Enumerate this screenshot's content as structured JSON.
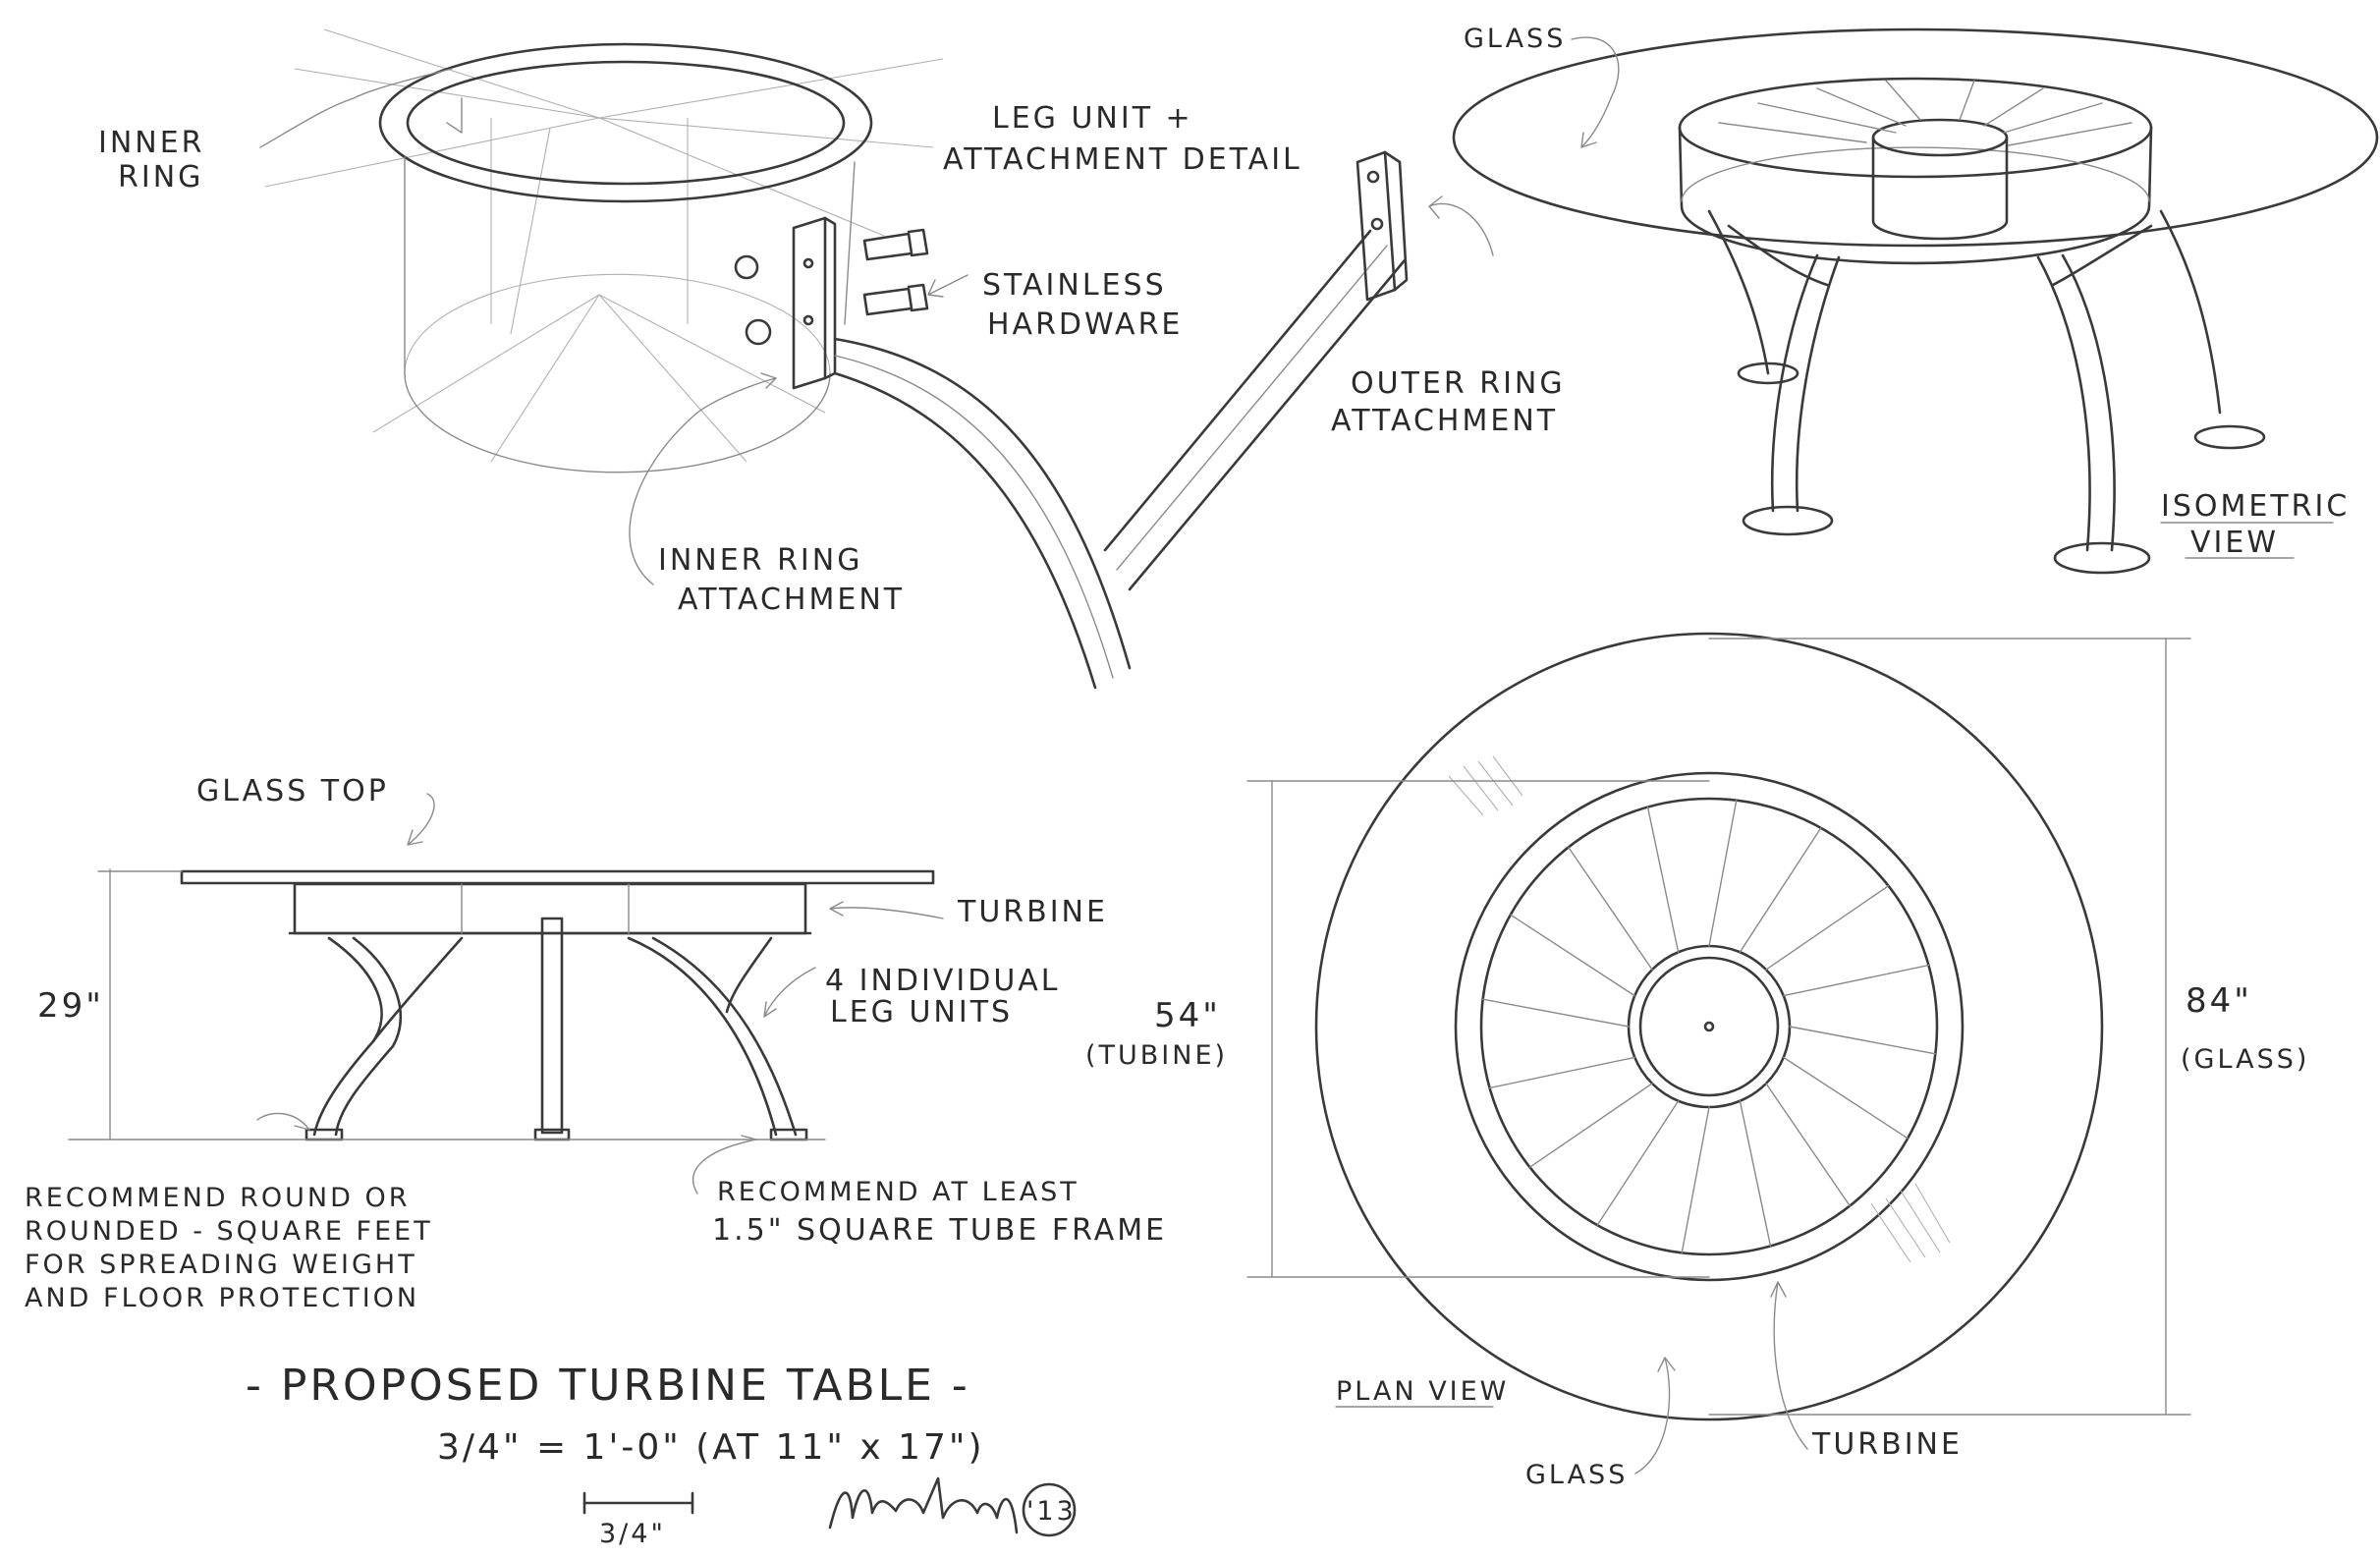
{
  "title": "- PROPOSED TURBINE TABLE -",
  "scale_note": "3/4\" = 1'-0\" (AT 11\" x 17\")",
  "scale_bar_label": "3/4\"",
  "signature_year": "'13",
  "detail": {
    "inner_ring_line1": "INNER",
    "inner_ring_line2": "RING",
    "leg_unit_line1": "LEG UNIT +",
    "leg_unit_line2": "ATTACHMENT DETAIL",
    "hardware_line1": "STAINLESS",
    "hardware_line2": "HARDWARE",
    "outer_attach_line1": "OUTER RING",
    "outer_attach_line2": "ATTACHMENT",
    "inner_attach_line1": "INNER RING",
    "inner_attach_line2": "ATTACHMENT"
  },
  "isometric": {
    "glass_label": "GLASS",
    "view_line1": "ISOMETRIC",
    "view_line2": "VIEW"
  },
  "elevation": {
    "glass_top": "GLASS TOP",
    "turbine": "TURBINE",
    "legs_line1": "4 INDIVIDUAL",
    "legs_line2": "LEG UNITS",
    "height": "29\"",
    "feet_note": [
      "RECOMMEND ROUND OR",
      "ROUNDED - SQUARE FEET",
      "FOR SPREADING WEIGHT",
      "AND FLOOR PROTECTION"
    ],
    "frame_note": [
      "RECOMMEND AT LEAST",
      "1.5\" SQUARE TUBE FRAME"
    ]
  },
  "plan": {
    "view_label": "PLAN VIEW",
    "turbine_dim": "54\"",
    "turbine_dim_sub": "(TUBINE)",
    "glass_dim": "84\"",
    "glass_dim_sub": "(GLASS)",
    "glass_label": "GLASS",
    "turbine_label": "TURBINE",
    "spokes": 16
  }
}
